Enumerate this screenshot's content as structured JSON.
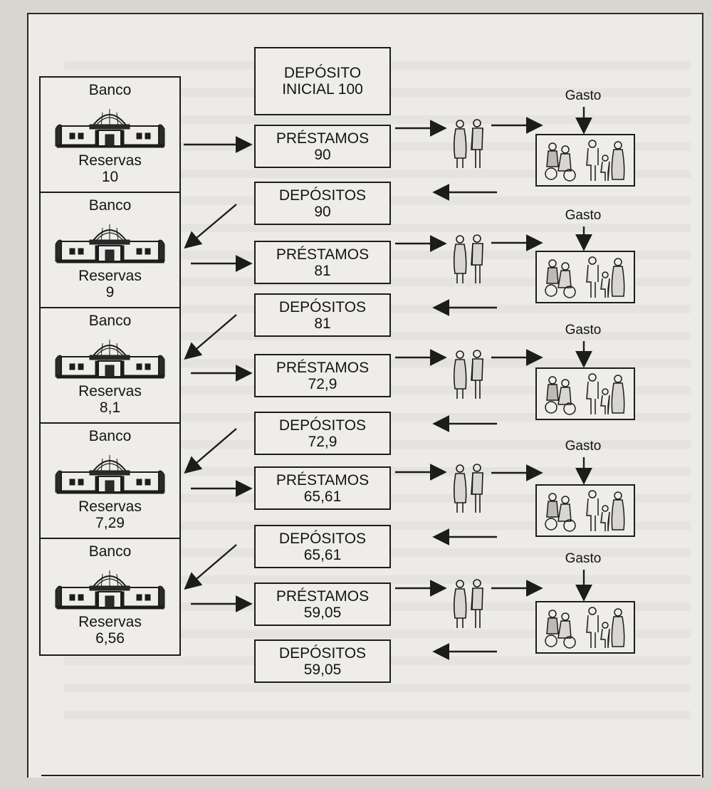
{
  "banks": [
    {
      "title": "Banco",
      "reserves_label": "Reservas",
      "reserves_value": "10"
    },
    {
      "title": "Banco",
      "reserves_label": "Reservas",
      "reserves_value": "9"
    },
    {
      "title": "Banco",
      "reserves_label": "Reservas",
      "reserves_value": "8,1"
    },
    {
      "title": "Banco",
      "reserves_label": "Reservas",
      "reserves_value": "7,29"
    },
    {
      "title": "Banco",
      "reserves_label": "Reservas",
      "reserves_value": "6,56"
    }
  ],
  "initial_deposit": {
    "line1": "DEPÓSITO",
    "line2": "INICIAL 100"
  },
  "loans": [
    {
      "label": "PRÉSTAMOS",
      "value": "90"
    },
    {
      "label": "PRÉSTAMOS",
      "value": "81"
    },
    {
      "label": "PRÉSTAMOS",
      "value": "72,9"
    },
    {
      "label": "PRÉSTAMOS",
      "value": "65,61"
    },
    {
      "label": "PRÉSTAMOS",
      "value": "59,05"
    }
  ],
  "deposits": [
    {
      "label": "DEPÓSITOS",
      "value": "90"
    },
    {
      "label": "DEPÓSITOS",
      "value": "81"
    },
    {
      "label": "DEPÓSITOS",
      "value": "72,9"
    },
    {
      "label": "DEPÓSITOS",
      "value": "65,61"
    },
    {
      "label": "DEPÓSITOS",
      "value": "59,05"
    }
  ],
  "spending": [
    "Gasto",
    "Gasto",
    "Gasto",
    "Gasto",
    "Gasto"
  ]
}
